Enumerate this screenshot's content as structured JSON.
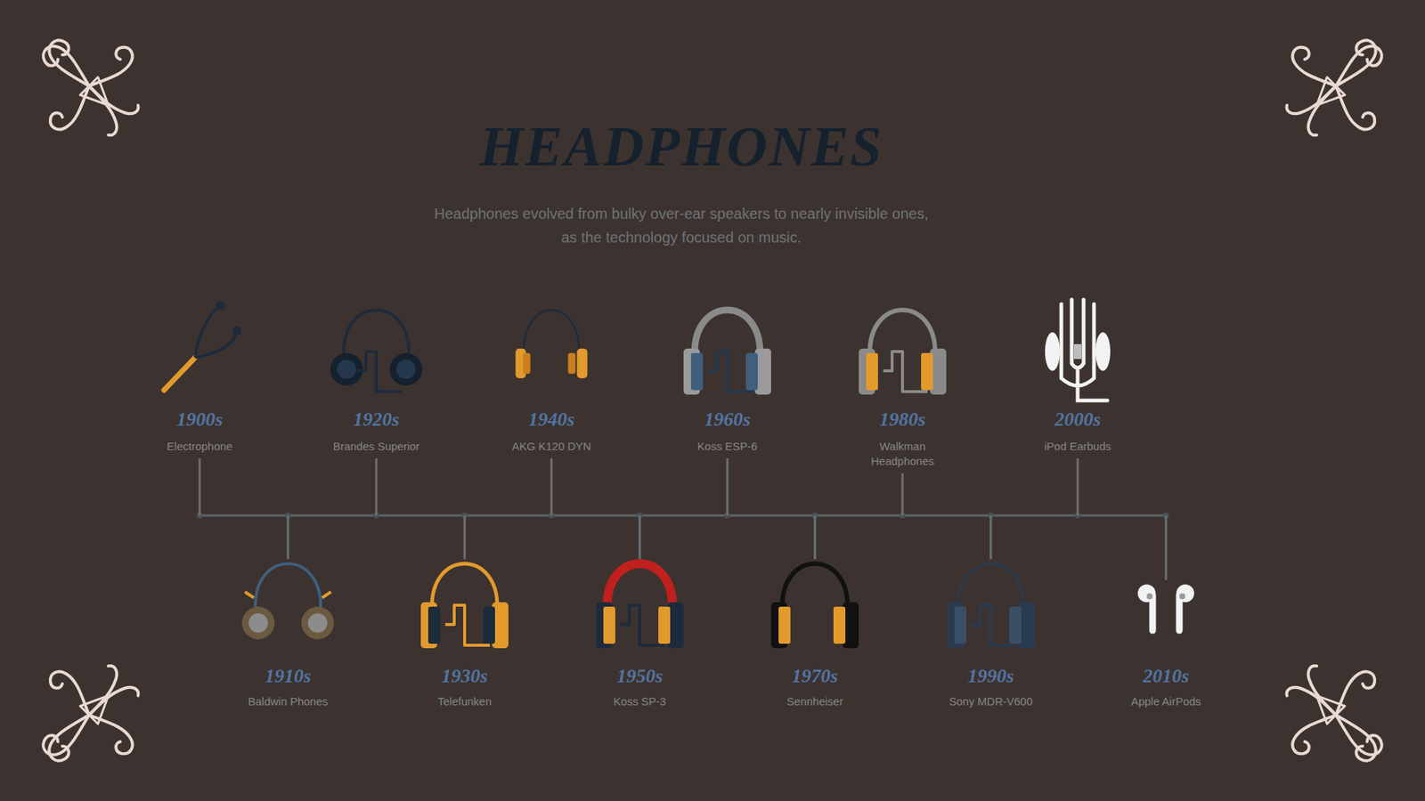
{
  "diagram": {
    "title": "HEADPHONES",
    "labels": [
      "Headphones evolved from bulky over-ear speakers to nearly invisible ones, as the technology focused on music.",
      "1900s",
      "Electrophone",
      "1910s",
      "Baldwin Phones",
      "1920s",
      "Brandes Superior",
      "1930s",
      "Telefunken",
      "1940s",
      "AKG K120 DYN",
      "1950s",
      "Koss SP-3",
      "1960s",
      "Koss ESP-6",
      "1970s",
      "Sennheiser",
      "1980s",
      "Walkman Headphones",
      "1990s",
      "Sony MDR-V600",
      "2000s",
      "iPod Earbuds",
      "2010s",
      "Apple AirPods"
    ]
  }
}
